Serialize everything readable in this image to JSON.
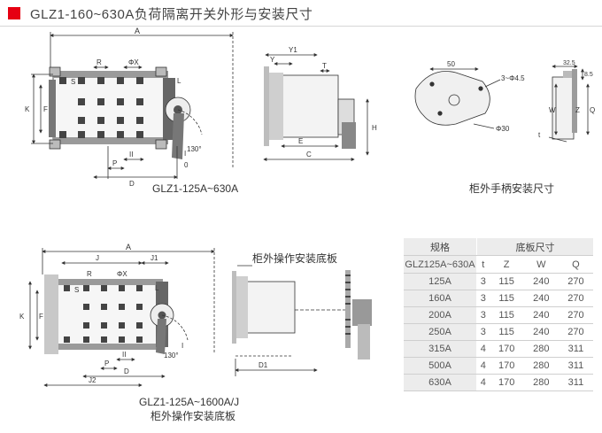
{
  "header": {
    "title": "GLZ1-160~630A负荷隔离开关外形与安装尺寸"
  },
  "captions": {
    "top_left": "GLZ1-125A~630A",
    "top_right": "柜外手柄安装尺寸",
    "bottom_left_line1": "GLZ1-125A~1600A/J",
    "bottom_left_line2": "柜外操作安装底板",
    "bottom_middle": "柜外操作安装底板"
  },
  "labels": {
    "A": "A",
    "R": "R",
    "phiX": "ΦX",
    "S": "S",
    "L": "L",
    "K": "K",
    "F": "F",
    "P": "P",
    "II": "II",
    "D": "D",
    "I": "I",
    "O": "0",
    "angle": "130°",
    "Y1": "Y1",
    "Y": "Y",
    "T": "T",
    "E": "E",
    "C": "C",
    "H": "H",
    "dim50": "50",
    "hole": "3~Φ4.5",
    "phi30": "Φ30",
    "dim32": "32.5",
    "dim85": "8.5",
    "W": "W",
    "Z": "Z",
    "Q": "Q",
    "t": "t",
    "J": "J",
    "J1": "J1",
    "J2": "J2",
    "D1": "D1"
  },
  "spec_table": {
    "header_left": "规格",
    "header_right": "底板尺寸",
    "sub_left": "GLZ125A~630A",
    "sub_cols": [
      "t",
      "Z",
      "W",
      "Q"
    ],
    "rows": [
      {
        "spec": "125A",
        "t": "3",
        "Z": "115",
        "W": "240",
        "Q": "270"
      },
      {
        "spec": "160A",
        "t": "3",
        "Z": "115",
        "W": "240",
        "Q": "270"
      },
      {
        "spec": "200A",
        "t": "3",
        "Z": "115",
        "W": "240",
        "Q": "270"
      },
      {
        "spec": "250A",
        "t": "3",
        "Z": "115",
        "W": "240",
        "Q": "270"
      },
      {
        "spec": "315A",
        "t": "4",
        "Z": "170",
        "W": "280",
        "Q": "311"
      },
      {
        "spec": "500A",
        "t": "4",
        "Z": "170",
        "W": "280",
        "Q": "311"
      },
      {
        "spec": "630A",
        "t": "4",
        "Z": "170",
        "W": "280",
        "Q": "311"
      }
    ]
  }
}
